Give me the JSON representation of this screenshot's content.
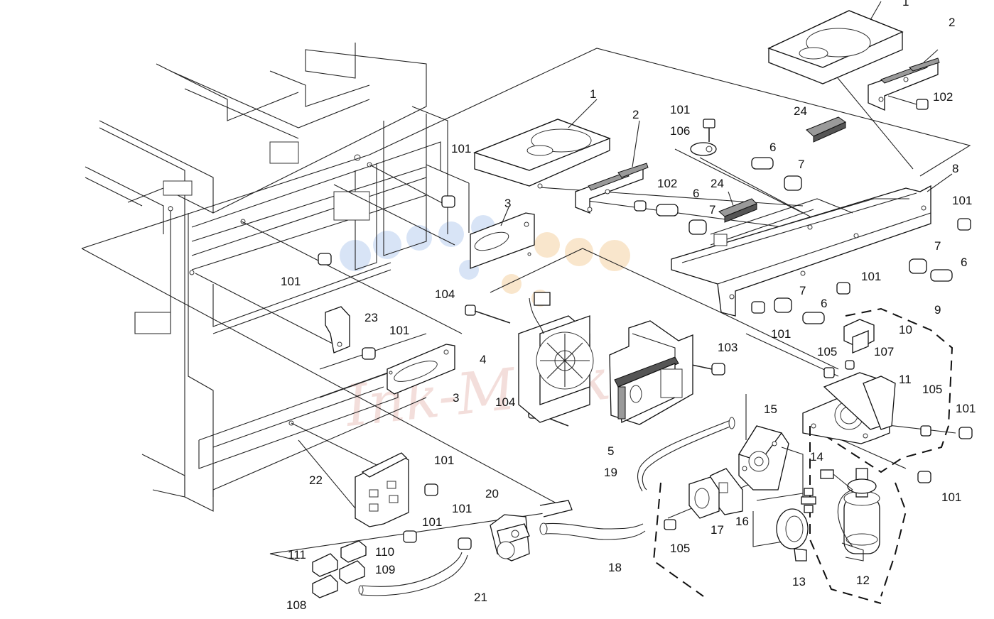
{
  "watermark": {
    "text": "Ink-Market"
  },
  "colors": {
    "line": "#222222",
    "watermark_text": "#e6b8b0",
    "watermark_blue": "#c7d8f2",
    "watermark_orange": "#f6dcb6"
  },
  "callouts": [
    {
      "id": "hdd-top",
      "text": "1"
    },
    {
      "id": "bracket-top",
      "text": "2"
    },
    {
      "id": "screw-102-top",
      "text": "102"
    },
    {
      "id": "hdd-main",
      "text": "1"
    },
    {
      "id": "bracket-main",
      "text": "2"
    },
    {
      "id": "screw-101-a",
      "text": "101"
    },
    {
      "id": "bushing-106",
      "text": "106"
    },
    {
      "id": "cushion-24-top",
      "text": "24"
    },
    {
      "id": "cushion-24",
      "text": "24"
    },
    {
      "id": "screw-101-b",
      "text": "101"
    },
    {
      "id": "shaft-6-a",
      "text": "6"
    },
    {
      "id": "roller-7-a",
      "text": "7"
    },
    {
      "id": "screw-102",
      "text": "102"
    },
    {
      "id": "shaft-6-b",
      "text": "6"
    },
    {
      "id": "roller-7-b",
      "text": "7"
    },
    {
      "id": "rail-8",
      "text": "8"
    },
    {
      "id": "screw-101-c",
      "text": "101"
    },
    {
      "id": "plate-3-a",
      "text": "3"
    },
    {
      "id": "screw-101-d",
      "text": "101"
    },
    {
      "id": "roller-7-c",
      "text": "7"
    },
    {
      "id": "shaft-6-c",
      "text": "6"
    },
    {
      "id": "screw-101-e",
      "text": "101"
    },
    {
      "id": "roller-7-d",
      "text": "7"
    },
    {
      "id": "shaft-6-d",
      "text": "6"
    },
    {
      "id": "screw-101-f",
      "text": "101"
    },
    {
      "id": "unit-9",
      "text": "9"
    },
    {
      "id": "sensor-10",
      "text": "10"
    },
    {
      "id": "screw-104-a",
      "text": "104"
    },
    {
      "id": "bracket-23",
      "text": "23"
    },
    {
      "id": "screw-101-g",
      "text": "101"
    },
    {
      "id": "fan-4",
      "text": "4"
    },
    {
      "id": "plate-3-b",
      "text": "3"
    },
    {
      "id": "screw-103",
      "text": "103"
    },
    {
      "id": "screw-105-a",
      "text": "105"
    },
    {
      "id": "screw-107",
      "text": "107"
    },
    {
      "id": "bracket-11",
      "text": "11"
    },
    {
      "id": "screw-105-b",
      "text": "105"
    },
    {
      "id": "screw-101-h",
      "text": "101"
    },
    {
      "id": "screw-104-b",
      "text": "104"
    },
    {
      "id": "duct-5",
      "text": "5"
    },
    {
      "id": "pump-15",
      "text": "15"
    },
    {
      "id": "tube-19",
      "text": "19"
    },
    {
      "id": "nozzle-14",
      "text": "14"
    },
    {
      "id": "screw-101-i",
      "text": "101"
    },
    {
      "id": "screw-101-j",
      "text": "101"
    },
    {
      "id": "bracket-22",
      "text": "22"
    },
    {
      "id": "screw-101-k",
      "text": "101"
    },
    {
      "id": "valve-20",
      "text": "20"
    },
    {
      "id": "screw-101-l",
      "text": "101"
    },
    {
      "id": "gasket-16",
      "text": "16"
    },
    {
      "id": "plate-17",
      "text": "17"
    },
    {
      "id": "screw-105-c",
      "text": "105"
    },
    {
      "id": "tube-18",
      "text": "18"
    },
    {
      "id": "clamp-13",
      "text": "13"
    },
    {
      "id": "motor-12",
      "text": "12"
    },
    {
      "id": "pad-111",
      "text": "111"
    },
    {
      "id": "pad-110",
      "text": "110"
    },
    {
      "id": "pad-109",
      "text": "109"
    },
    {
      "id": "pad-108",
      "text": "108"
    },
    {
      "id": "tube-21",
      "text": "21"
    }
  ]
}
